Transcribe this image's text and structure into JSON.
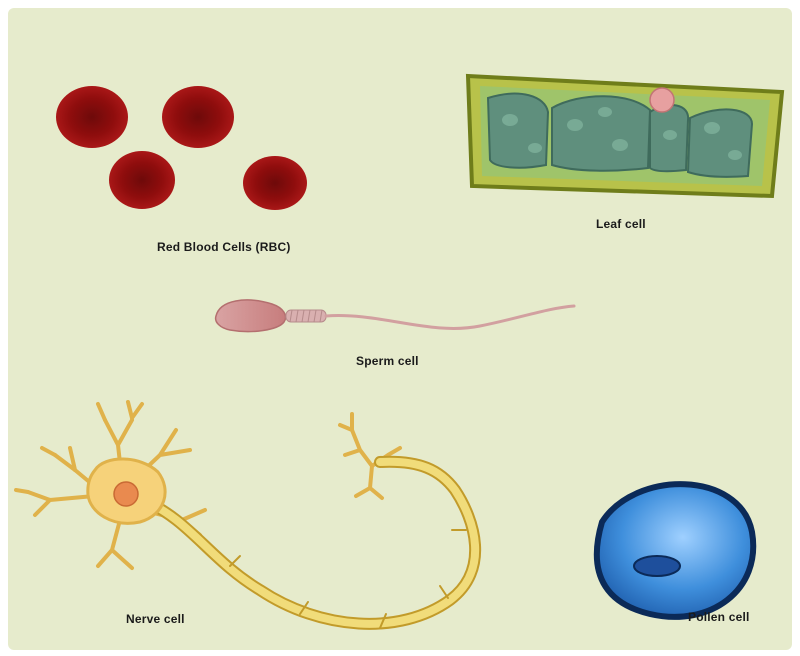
{
  "labels": {
    "rbc": "Red Blood Cells (RBC)",
    "leaf": "Leaf cell",
    "sperm": "Sperm cell",
    "nerve": "Nerve cell",
    "pollen": "Pollen cell"
  },
  "colors": {
    "background": "#e6ebcc",
    "rbc": "#8f0d0d",
    "leaf_wall": "#7f8f1f",
    "leaf_cytoplasm": "#9fc46a",
    "vacuole": "#5f8f7d",
    "nucleus_leaf": "#e7a0a0",
    "sperm": "#c98a8a",
    "neuron": "#e9c25a",
    "neuron_nucleus": "#e98a4f",
    "pollen": "#3f8fdc"
  }
}
